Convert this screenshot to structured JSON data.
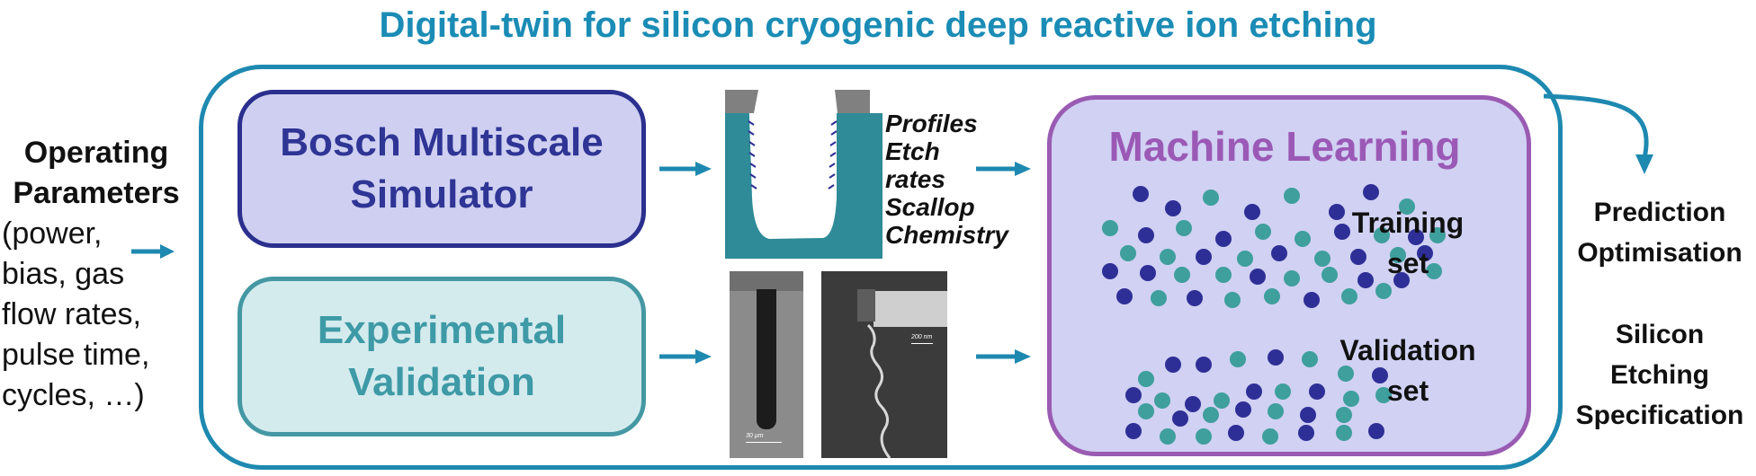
{
  "title": "Digital-twin for silicon cryogenic deep reactive ion etching",
  "inputs": {
    "heading_line1": "Operating",
    "heading_line2": "Parameters",
    "lines": [
      "(power,",
      "bias, gas",
      "flow rates,",
      "pulse time,",
      "cycles, …)"
    ]
  },
  "simulator": {
    "line1": "Bosch Multiscale",
    "line2": "Simulator"
  },
  "experiment": {
    "line1": "Experimental",
    "line2": "Validation"
  },
  "outputs_list": [
    "Profiles",
    "Etch",
    "rates",
    "Scallop",
    "Chemistry"
  ],
  "sem": {
    "scale1": "30 µm",
    "scale2": "200 nm"
  },
  "machine_learning": {
    "title": "Machine Learning",
    "training": [
      "Training",
      "set"
    ],
    "validation": [
      "Validation",
      "set"
    ]
  },
  "results": {
    "block1": [
      "Prediction",
      "Optimisation"
    ],
    "block2": [
      "Silicon",
      "Etching",
      "Specification"
    ]
  },
  "colors": {
    "arrow": "#1e89b0",
    "dot_navy": "#2e2f96",
    "dot_teal": "#3e9f9c",
    "profile_fill": "#2e8b97"
  }
}
